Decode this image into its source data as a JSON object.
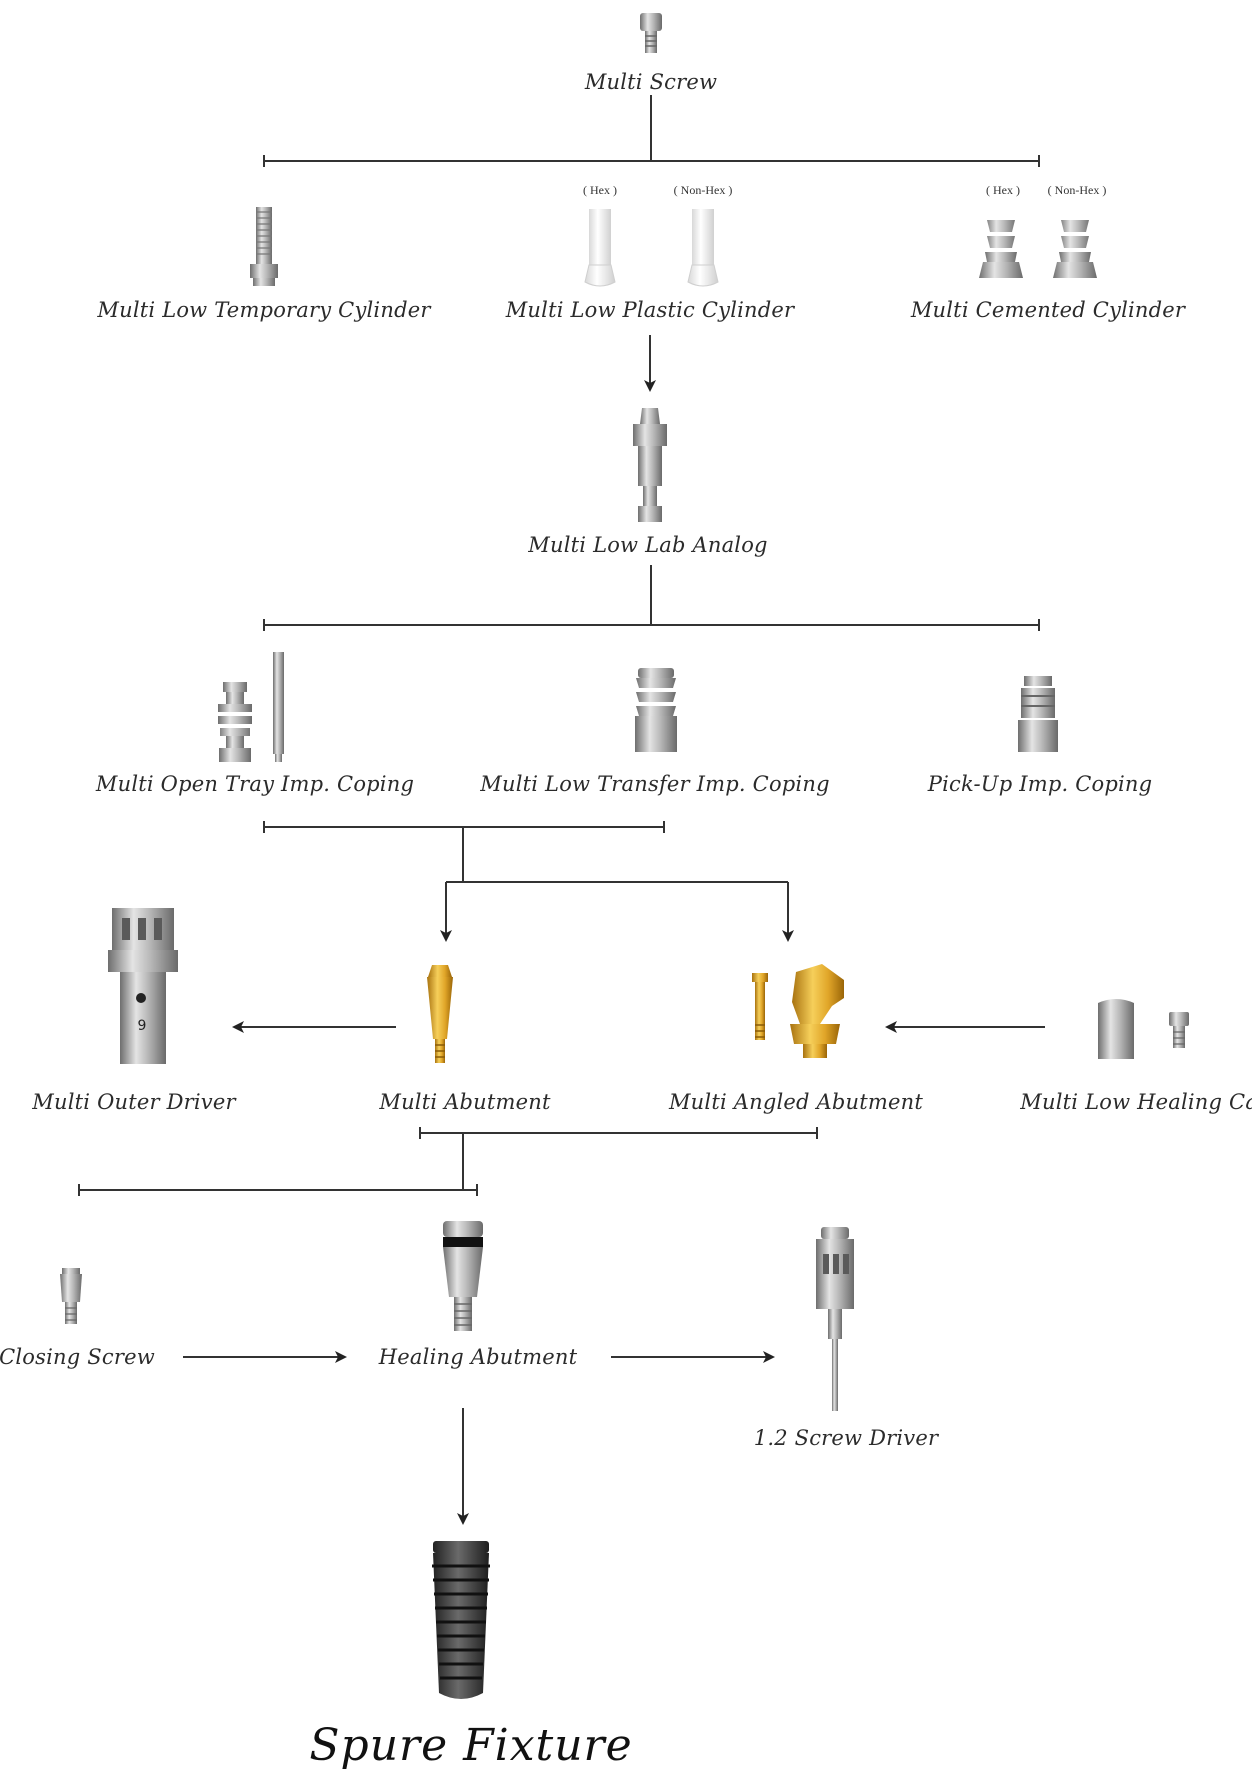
{
  "labels": {
    "multi_screw": "Multi Screw",
    "multi_low_temporary_cylinder": "Multi Low Temporary Cylinder",
    "multi_low_plastic_cylinder": "Multi Low Plastic Cylinder",
    "multi_cemented_cylinder": "Multi Cemented Cylinder",
    "multi_low_lab_analog": "Multi Low Lab Analog",
    "multi_open_tray_imp_coping": "Multi Open Tray Imp. Coping",
    "multi_low_transfer_imp_coping": "Multi Low Transfer Imp. Coping",
    "pick_up_imp_coping": "Pick-Up Imp. Coping",
    "multi_outer_driver": "Multi Outer Driver",
    "multi_abutment": "Multi Abutment",
    "multi_angled_abutment": "Multi Angled Abutment",
    "multi_low_healing_cap": "Multi Low Healing Cap",
    "closing_screw": "Closing Screw",
    "healing_abutment": "Healing Abutment",
    "screw_driver": "1.2 Screw Driver",
    "spure_fixture": "Spure Fixture"
  },
  "variants": {
    "plastic_hex": "( Hex )",
    "plastic_non_hex": "( Non-Hex )",
    "cemented_hex": "( Hex )",
    "cemented_non_hex": "( Non-Hex )"
  },
  "colors": {
    "line": "#333333",
    "metal_light": "#d6d6d6",
    "metal_mid": "#9a9a9a",
    "metal_dark": "#5e5e5e",
    "gold": "#e2a82a",
    "plastic": "#f4f4f4",
    "fixture": "#3a3a3a"
  }
}
